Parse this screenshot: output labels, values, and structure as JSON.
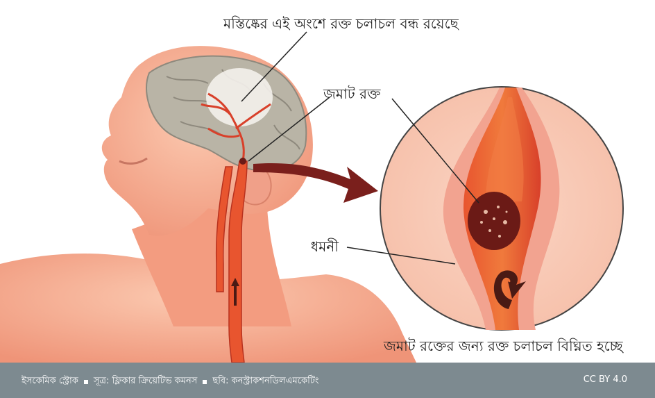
{
  "labels": {
    "blocked_region": "মস্তিষ্কের এই অংশে রক্ত চলাচল বন্ধ রয়েছে",
    "clot": "জমাট রক্ত",
    "artery": "ধমনী",
    "flow_obstructed": "জমাট রক্তের জন্য রক্ত চলাচল বিঘ্নিত হচ্ছে"
  },
  "caption": {
    "title": "ইসকেমিক স্ট্রোক",
    "source": "সূত্র: ফ্লিকার ক্রিয়েটিভ কমনস",
    "image_credit": "ছবি: কনস্ট্রাকশনডিলএমকেটিং",
    "license": "CC BY 4.0"
  },
  "colors": {
    "skin": "#f4a78c",
    "artery_red": "#d8402a",
    "brain_gray": "#b9b4a6",
    "clot_dark": "#6b1a16",
    "arrow": "#7a1f1c",
    "caption_bar": "#7d8a90"
  }
}
